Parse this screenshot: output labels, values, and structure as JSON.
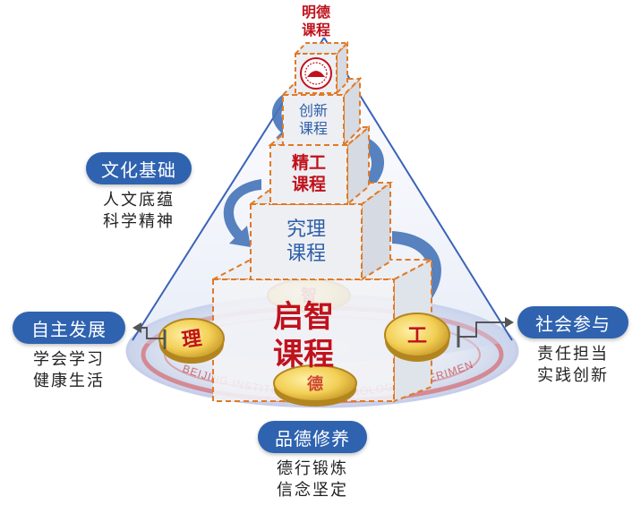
{
  "tiers": {
    "top": {
      "line1": "明德",
      "line2": "课程"
    },
    "t1": {
      "line1": "创新",
      "line2": "课程"
    },
    "t2": {
      "line1": "精工",
      "line2": "课程"
    },
    "t3": {
      "line1": "究理",
      "line2": "课程"
    },
    "base": {
      "line1": "启智",
      "line2": "课程"
    }
  },
  "dimensions": {
    "culture": {
      "title": "文化基础",
      "line1": "人文底蕴",
      "line2": "科学精神"
    },
    "self": {
      "title": "自主发展",
      "line1": "学会学习",
      "line2": "健康生活"
    },
    "social": {
      "title": "社会参与",
      "line1": "责任担当",
      "line2": "实践创新"
    },
    "moral": {
      "title": "品德修养",
      "line1": "德行锻炼",
      "line2": "信念坚定"
    }
  },
  "coins": {
    "left": "理",
    "right": "工",
    "back": "智",
    "front": "德"
  },
  "seal_text": "BEIJING INSTITUTE OF TECHNOLOGY EXPERIMENTAL SCHOOL",
  "colors": {
    "pill_blue": "#2f63b0",
    "tier_red": "#c0121c",
    "tier_blue": "#2f5fa8",
    "cone_line": "#3a62b8",
    "dash_orange": "#e07a26",
    "coin_gold": "#f2cf55",
    "arrow_blue": "#4674b8"
  }
}
